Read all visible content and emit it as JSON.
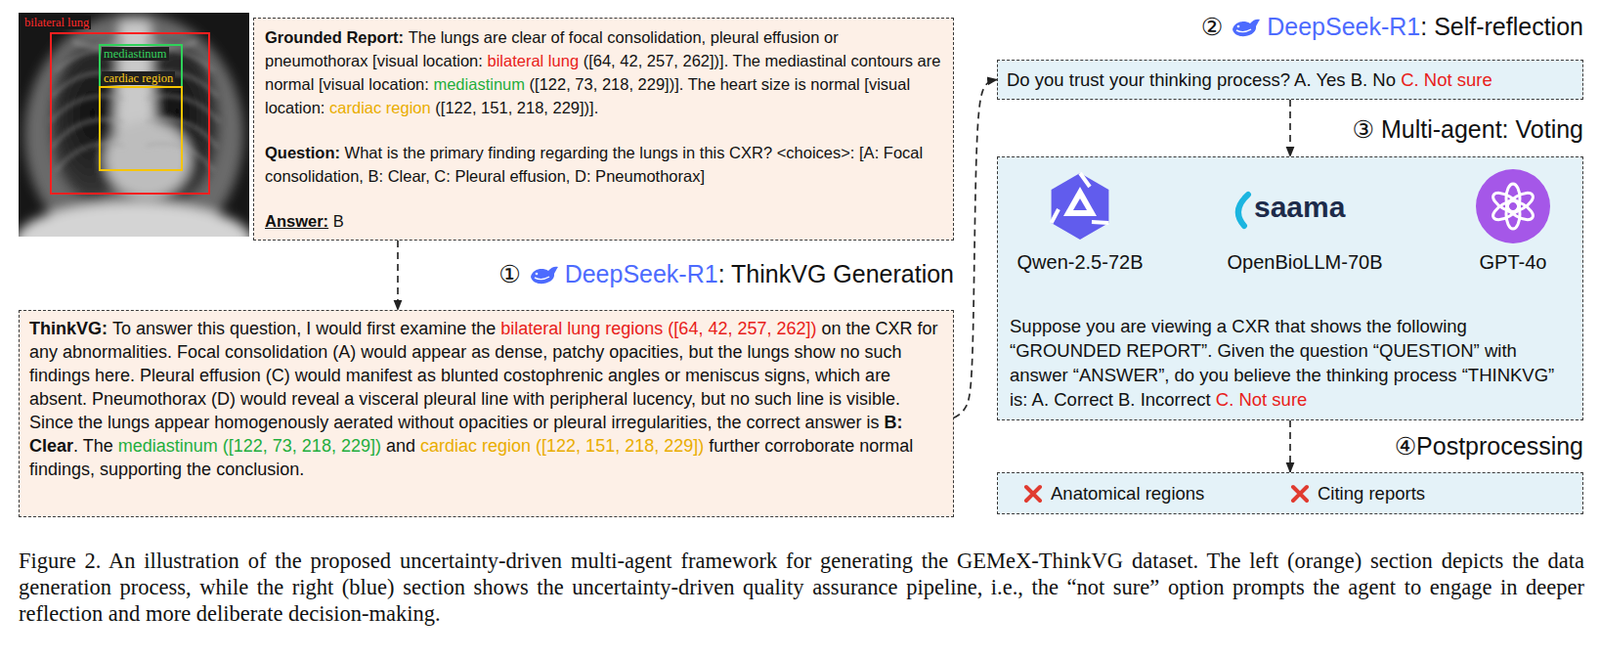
{
  "diagram": {
    "caption": "Figure 2. An illustration of the proposed uncertainty-driven multi-agent framework for generating the GEMeX-ThinkVG dataset. The left (orange) section depicts the data generation process, while the right (blue) section shows the uncertainty-driven quality assurance pipeline, i.e., the “not sure” option prompts the agent to engage in deeper reflection and more deliberate decision-making.",
    "nodes": [
      {
        "text": [
          "Grounded Report:",
          "The lungs are clear of focal consolidation, pleural effusion or pneumothorax [visual location:",
          "bilateral lung",
          "([64, 42, 257, 262])]. The mediastinal contours are normal [visual location:",
          "mediastinum",
          "([122, 73, 218, 229])]. The heart size is normal [visual location:",
          "cardiac region",
          "([122, 151, 218, 229])].",
          "Question:",
          "What is the primary finding regarding the lungs in this CXR? <choices>: [A: Focal consolidation, B: Clear, C: Pleural effusion, D: Pneumothorax]",
          "Answer:",
          "B"
        ]
      },
      {
        "text": [
          "ThinkVG:",
          "To answer this question, I would first examine the",
          "bilateral lung regions ([64, 42, 257, 262])",
          "on the CXR for any abnormalities. Focal consolidation (A) would appear as dense, patchy opacities, but the lungs show no such findings here. Pleural effusion (C) would manifest as blunted costophrenic angles or meniscus signs, which are absent. Pneumothorax (D) would reveal a visceral pleural line with peripheral lucency, but no such line is visible. Since the lungs appear homogenously aerated without opacities or pleural irregularities, the correct answer is",
          "B: Clear",
          ". The",
          "mediastinum ([122, 73, 218, 229])",
          "and",
          "cardiac region ([122, 151, 218, 229])",
          "further corroborate normal findings, supporting the conclusion."
        ]
      },
      {
        "text": [
          "Do you trust your thinking process? A. Yes B. No",
          "C. Not sure"
        ]
      },
      {
        "text": [
          "Qwen-2.5-72B",
          "saama",
          "OpenBioLLM-70B",
          "GPT-4o",
          "Suppose you are viewing a CXR that shows the following “GROUNDED REPORT”. Given the question “QUESTION” with answer “ANSWER”, do you believe the thinking process “THINKVG” is: A. Correct B. Incorrect",
          "C. Not sure"
        ]
      },
      {
        "text": [
          "Anatomical regions",
          "Citing reports"
        ]
      }
    ],
    "edges": [
      {
        "from": 0,
        "to": 1,
        "arrow": "to"
      },
      {
        "from": 1,
        "to": 2,
        "arrow": "to"
      },
      {
        "from": 2,
        "to": 3,
        "arrow": "to"
      },
      {
        "from": 3,
        "to": 4,
        "arrow": "to"
      }
    ],
    "labels": [
      "bilateral lung",
      "mediastinum",
      "cardiac region",
      "①",
      "DeepSeek-R1",
      ": ThinkVG Generation",
      "②",
      "DeepSeek-R1",
      ": Self-reflection",
      "③ Multi-agent: Voting",
      "④Postprocessing"
    ]
  }
}
